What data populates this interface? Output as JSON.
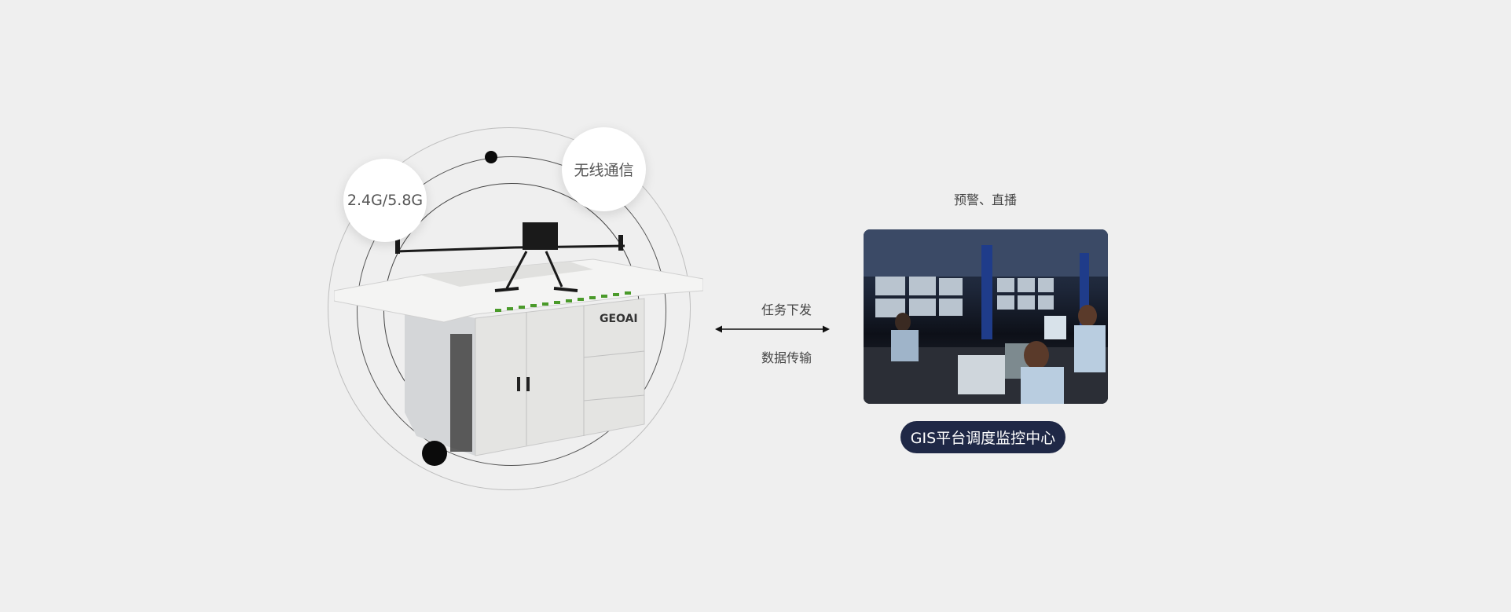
{
  "left_diagram": {
    "bubble_frequency": "2.4G/5.8G",
    "bubble_wireless": "无线通信",
    "cabinet_logo": "GEOAI"
  },
  "link": {
    "top_label": "任务下发",
    "bottom_label": "数据传输"
  },
  "right_panel": {
    "caption_top": "预警、直播",
    "badge_label": "GIS平台调度监控中心"
  },
  "colors": {
    "background": "#efefef",
    "badge": "#1f2846",
    "cabinet_stripe": "#4a9a2a"
  }
}
